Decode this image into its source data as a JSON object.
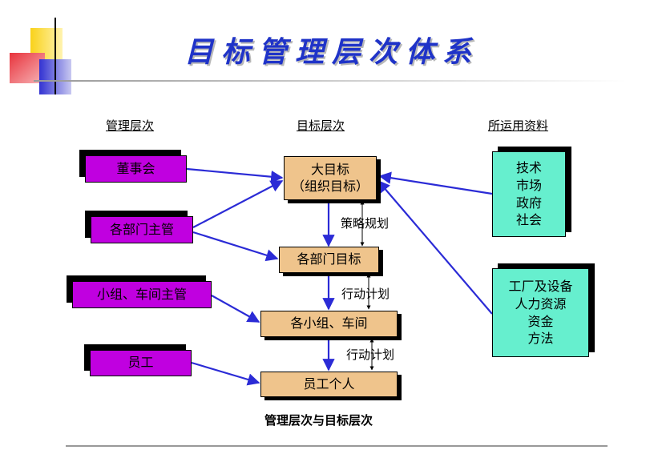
{
  "title": "目标管理层次体系",
  "columns": {
    "management": "管理层次",
    "goals": "目标层次",
    "resources": "所运用资料"
  },
  "management_levels": [
    "董事会",
    "各部门主管",
    "小组、车间主管",
    "员工"
  ],
  "goal_levels": {
    "top": [
      "大目标",
      "（组织目标）"
    ],
    "dept": "各部门目标",
    "group": "各小组、车间",
    "staff": "员工个人"
  },
  "links": {
    "strategy": "策略规划",
    "action1": "行动计划",
    "action2": "行动计划"
  },
  "resources_1": [
    "技术",
    "市场",
    "政府",
    "社会"
  ],
  "resources_2": [
    "工厂及设备",
    "人力资源",
    "资金",
    "方法"
  ],
  "caption": "管理层次与目标层次",
  "colors": {
    "title": "#1f33c8",
    "arrow": "#2b2bd6",
    "management_box": "#c000e0",
    "goal_box": "#efc48c",
    "resource_box": "#66efce",
    "deco_yellow": "#f9d21a",
    "deco_red": "#e8333c",
    "deco_blue": "#3232d2"
  }
}
